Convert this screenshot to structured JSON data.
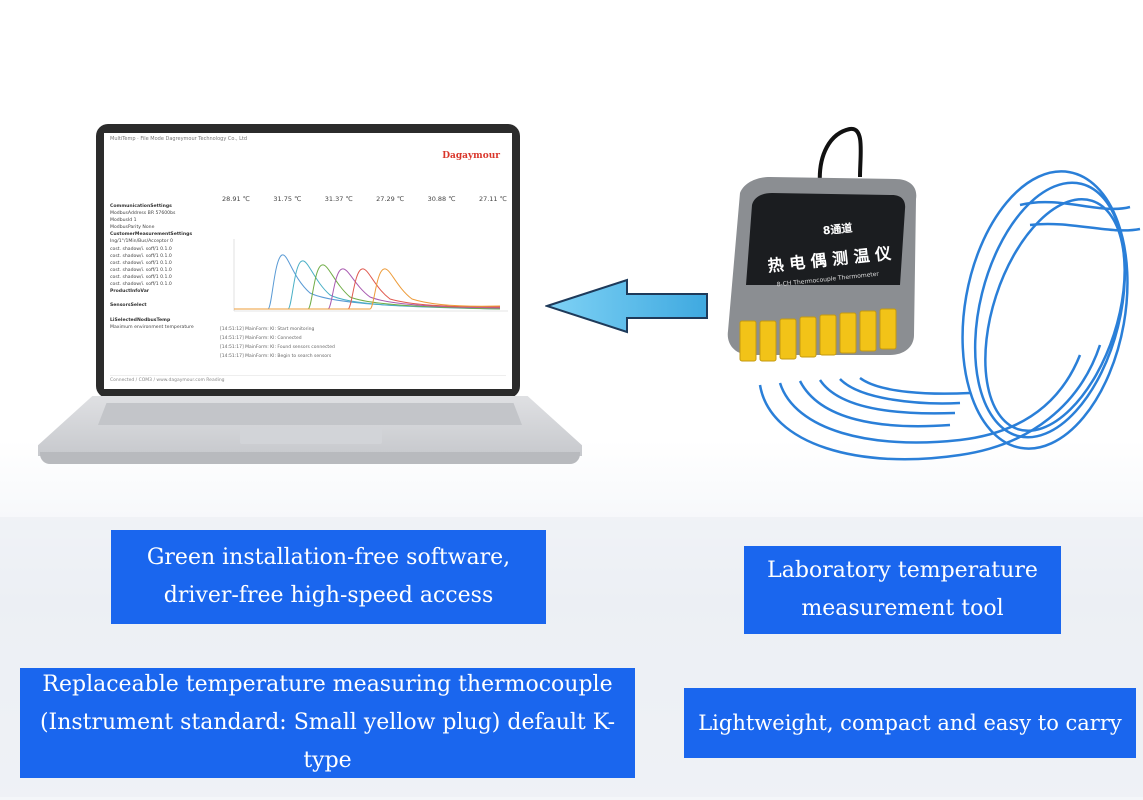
{
  "software": {
    "title_bar": "MultiTemp   ·   File   Mode   Dagreymour Technology Co., Ltd",
    "logo": "Dagaymour",
    "channel_temps": [
      "28.91 ℃",
      "31.75 ℃",
      "31.37 ℃",
      "27.29 ℃",
      "30.88 ℃",
      "27.11 ℃"
    ],
    "sidebar": [
      {
        "text": "CommunicationSettings",
        "head": true
      },
      {
        "text": "ModbusAddress   BR 57600bs",
        "head": false
      },
      {
        "text": "ModbusId      1",
        "head": false
      },
      {
        "text": "ModbusParity    None",
        "head": false
      },
      {
        "text": "CustomerMeasurementSettings",
        "head": true
      },
      {
        "text": "Ing/1°/1Min/Bus/Acceptor   0",
        "head": false
      },
      {
        "text": "cost. shadow/i. soff/1    0.1.0",
        "head": false
      },
      {
        "text": "cost. shadow/i. soff/1    0.1.0",
        "head": false
      },
      {
        "text": "cost. shadow/i. soff/1    0.1.0",
        "head": false
      },
      {
        "text": "cost. shadow/i. soff/1    0.1.0",
        "head": false
      },
      {
        "text": "cost. shadow/i. soff/1    0.1.0",
        "head": false
      },
      {
        "text": "cost. shadow/i. soff/1    0.1.0",
        "head": false
      },
      {
        "text": "ProductInfoVar",
        "head": true
      },
      {
        "text": "",
        "head": false
      },
      {
        "text": "SensorsSelect",
        "head": true
      },
      {
        "text": "",
        "head": false
      },
      {
        "text": "LiSelectedNodbusTemp",
        "head": true
      },
      {
        "text": "Maximum environment temperature",
        "head": false
      }
    ],
    "log": [
      "[14:51:12] MainForm: KI: Start monitoring",
      "[14:51:17] MainForm: KI: Connected",
      "[14:51:17] MainForm: KI: Found sensors connected",
      "[14:51:17] MainForm: KI: Begin to search sensors"
    ],
    "status": "Connected / COM3 / www.dagaymour.com                                      Reading"
  },
  "device": {
    "label_cn": "热 电 偶 测 温 仪",
    "label_top": "8通道",
    "label_en": "8-CH Thermocouple Thermometer"
  },
  "colors": {
    "caption_bg": "#1a66ee",
    "arrow": "#5bc2f0"
  },
  "captions": {
    "software_line1": "Green installation-free software,",
    "software_line2": "driver-free high-speed access",
    "lab_line1": "Laboratory temperature",
    "lab_line2": "measurement tool",
    "probe_line1": "Replaceable temperature measuring thermocouple",
    "probe_line2": "(Instrument standard: Small yellow plug) default K-type",
    "portable": "Lightweight, compact and easy to carry"
  }
}
